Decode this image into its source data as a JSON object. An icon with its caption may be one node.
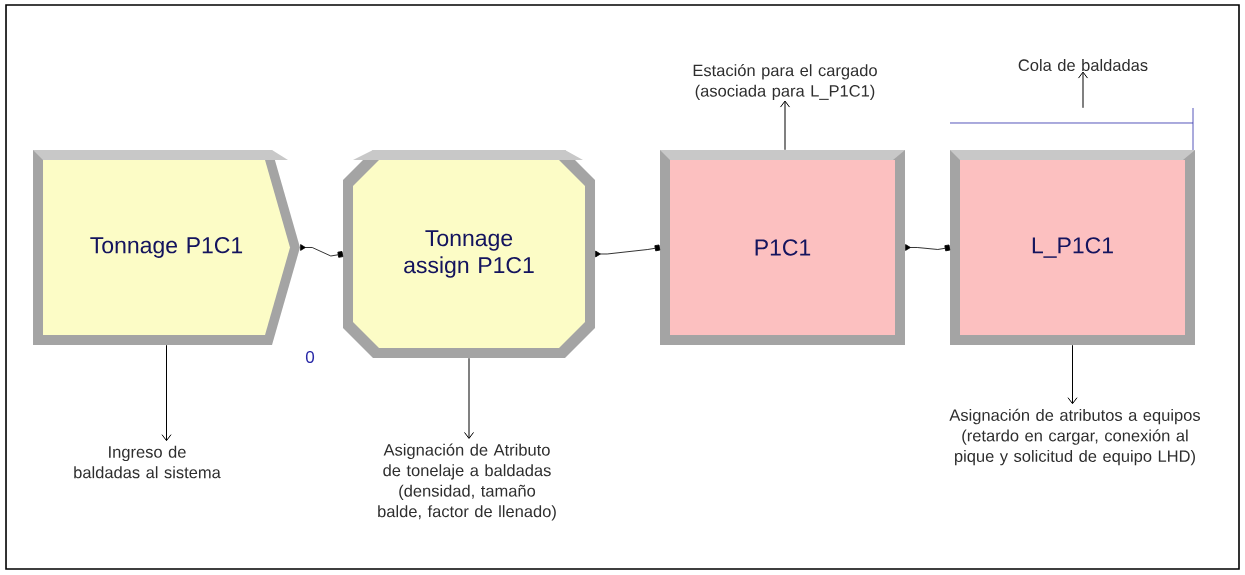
{
  "diagram": {
    "nodes": [
      {
        "text": [
          "Tonnage P1C1"
        ],
        "beside": [
          "0"
        ]
      },
      {
        "text": [
          "Tonnage assign P1C1"
        ]
      },
      {
        "text": [
          "P1C1"
        ]
      },
      {
        "text": [
          "L_P1C1"
        ]
      },
      {
        "text": [],
        "shape": "bar"
      },
      {
        "text": [
          "Estación para el cargado (asociada para L_P1C1)"
        ]
      },
      {
        "text": [
          "Cola de baldadas"
        ]
      },
      {
        "text": [
          "Ingreso de baldadas al sistema"
        ]
      },
      {
        "text": [
          "Asignación de Atributo de tonelaje a baldadas (densidad, tamaño balde, factor de llenado)"
        ]
      },
      {
        "text": [
          "Asignación de atributos a equipos (retardo en cargar, conexión al  pique y solicitud de equipo LHD)"
        ]
      }
    ],
    "edges": [
      {
        "from": 0,
        "to": 1,
        "arrow": "to"
      },
      {
        "from": 1,
        "to": 2,
        "arrow": "to"
      },
      {
        "from": 2,
        "to": 3,
        "arrow": "to"
      },
      {
        "from": 0,
        "to": 7,
        "arrow": "to"
      },
      {
        "from": 1,
        "to": 8,
        "arrow": "to"
      },
      {
        "from": 2,
        "to": 5,
        "arrow": "to"
      },
      {
        "from": 4,
        "to": 6,
        "arrow": "to"
      },
      {
        "from": 3,
        "to": 9,
        "arrow": "to"
      }
    ]
  }
}
